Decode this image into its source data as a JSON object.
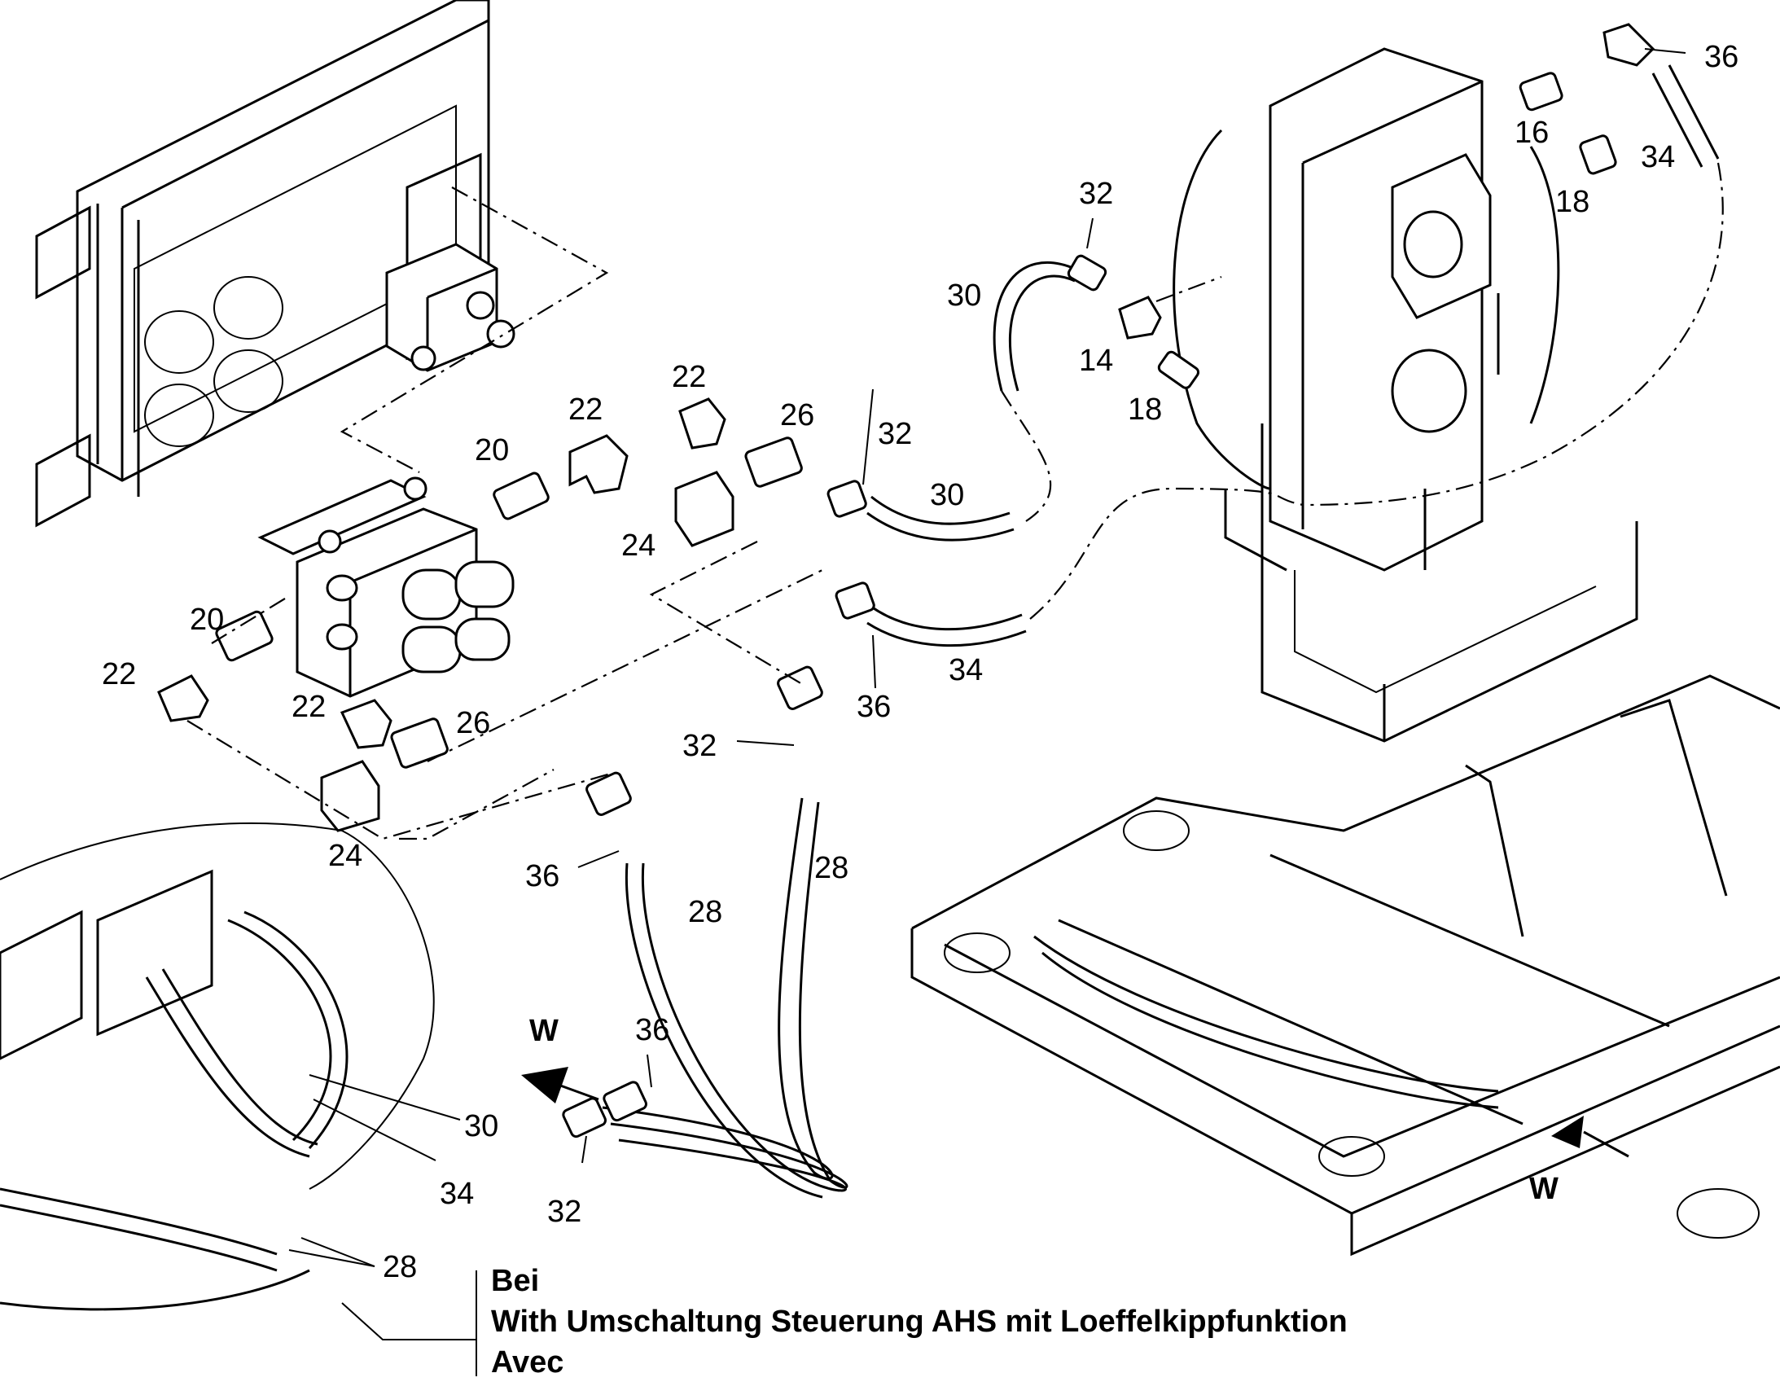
{
  "callouts": {
    "c14": "14",
    "c16": "16",
    "c18a": "18",
    "c18b": "18",
    "c20a": "20",
    "c20b": "20",
    "c22a": "22",
    "c22b": "22",
    "c22c": "22",
    "c22d": "22",
    "c24a": "24",
    "c24b": "24",
    "c26a": "26",
    "c26b": "26",
    "c28a": "28",
    "c28b": "28",
    "c28c": "28",
    "c30a": "30",
    "c30b": "30",
    "c30c": "30",
    "c32a": "32",
    "c32b": "32",
    "c32c": "32",
    "c32d": "32",
    "c34a": "34",
    "c34b": "34",
    "c34c": "34",
    "c36a": "36",
    "c36b": "36",
    "c36c": "36",
    "c36d": "36",
    "wa": "W",
    "wb": "W"
  },
  "caption": {
    "line1": "Bei",
    "line2": "With Umschaltung Steuerung AHS mit Loeffelkippfunktion",
    "line3": "Avec"
  }
}
